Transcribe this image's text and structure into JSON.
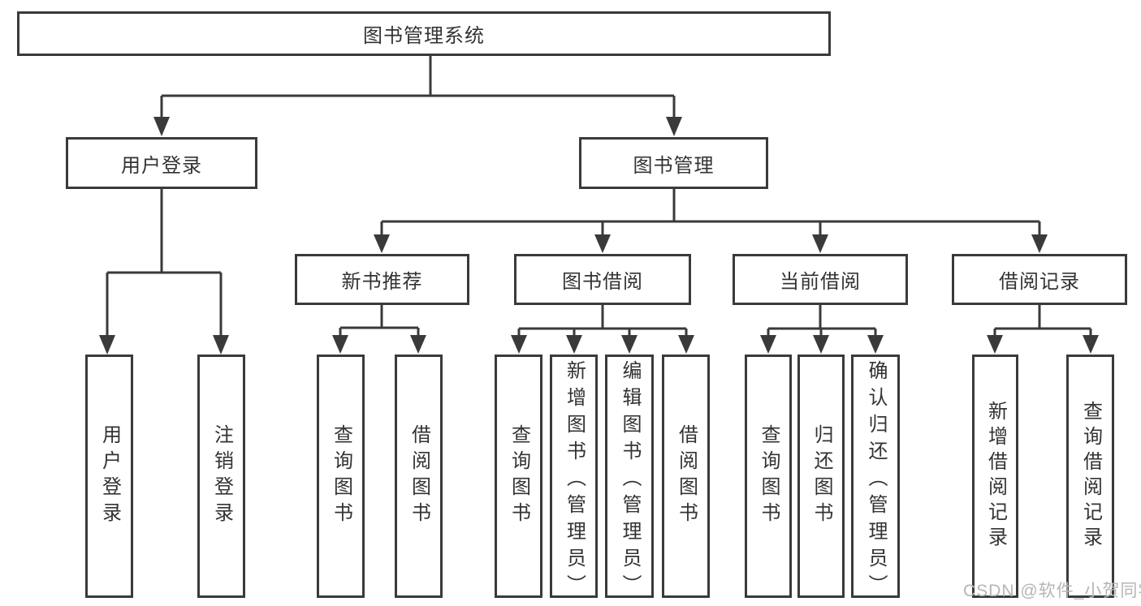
{
  "tree": {
    "root": "图书管理系统",
    "branches": [
      {
        "label": "用户登录",
        "children": [
          "用户登录",
          "注销登录"
        ]
      },
      {
        "label": "图书管理",
        "sections": [
          {
            "label": "新书推荐",
            "children": [
              "查询图书",
              "借阅图书"
            ]
          },
          {
            "label": "图书借阅",
            "children": [
              "查询图书",
              "新增图书（管理员）",
              "编辑图书（管理员）",
              "借阅图书"
            ]
          },
          {
            "label": "当前借阅",
            "children": [
              "查询图书",
              "归还图书",
              "确认归还（管理员）"
            ]
          },
          {
            "label": "借阅记录",
            "children": [
              "新增借阅记录",
              "查询借阅记录"
            ]
          }
        ]
      }
    ]
  },
  "watermark": "CSDN @软件_小贺同学",
  "colors": {
    "line": "#3a3a3a",
    "text": "#333333",
    "watermark": "#b5b5b5",
    "background": "#ffffff"
  }
}
